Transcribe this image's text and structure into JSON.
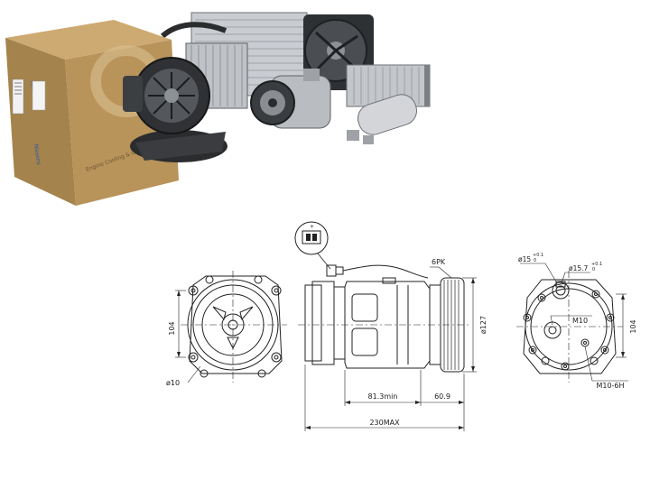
{
  "colors": {
    "line": "#222222",
    "box_cardboard": "#b8935a",
    "box_dark": "#8a6a3a",
    "metal": "#b9bcc0",
    "metal_dark": "#5e6266",
    "label_blue": "#2a55a6"
  },
  "product_photo": {
    "box_brand": "Nissens",
    "box_side_brand": "Nissens",
    "box_slogan": "Engine Cooling & Climate"
  },
  "connector_callout": {
    "pin_label": "+"
  },
  "dims": {
    "front_height": "104",
    "front_hole": "ø10",
    "belt_label": "6PK",
    "pulley_dia": "ø127",
    "min_length": "81.3min",
    "pulley_offset": "60.9",
    "total_length": "230MAX",
    "port_1_main": "ø15",
    "port_1_tol_upper": "+0.1",
    "port_1_tol_lower": "0",
    "port_2_main": "ø15.7",
    "port_2_tol_upper": "+0.1",
    "port_2_tol_lower": "0",
    "thread_m10": "M10",
    "rear_height": "104",
    "thread_m10_6h": "M10-6H"
  }
}
